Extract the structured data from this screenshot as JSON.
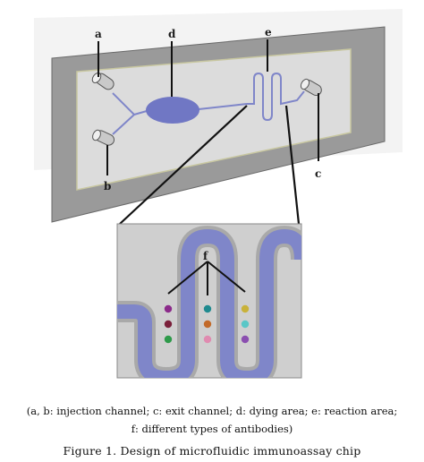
{
  "diagram": {
    "labels": {
      "a": "a",
      "b": "b",
      "c": "c",
      "d": "d",
      "e": "e",
      "f": "f"
    },
    "colors": {
      "plate_outer": "#9a9a9a",
      "plate_inner": "#d9d9d9",
      "channel": "#7f86c9",
      "chamber": "#7077c4",
      "inset_bg": "#cfcfcf",
      "wall": "#a9a9a9"
    },
    "antibody_dots": [
      [
        "#8b2a8a",
        "#7a1f3a",
        "#2e9a4a"
      ],
      [
        "#1f8a8f",
        "#c26a2a",
        "#e08bb0"
      ],
      [
        "#c9b23a",
        "#5ac7c7",
        "#8b4fb0"
      ]
    ]
  },
  "caption": {
    "legend_line1": "(a, b: injection channel; c: exit channel; d: dying area; e: reaction area;",
    "legend_line2": "f: different types of antibodies)",
    "figure_title": "Figure 1.    Design of microfluidic immunoassay chip"
  }
}
